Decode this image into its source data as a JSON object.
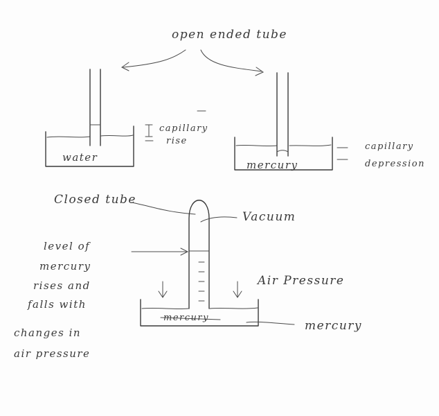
{
  "labels": {
    "open_ended_tube": "open ended tube",
    "capillary_rise": "capillary rise",
    "capillary_rise_line1": "capillary",
    "capillary_rise_line2": "rise",
    "water": "water",
    "mercury_left_dish": "mercury",
    "capillary_depression_line1": "capillary",
    "capillary_depression_line2": "depression",
    "closed_tube": "Closed tube",
    "vacuum": "Vacuum",
    "level_note_lines": [
      "level of",
      "mercury",
      "rises and",
      "falls with",
      "changes in",
      "air pressure"
    ],
    "air_pressure": "Air Pressure",
    "mercury_dish_crossed": "mercury",
    "mercury_pointer": "mercury"
  }
}
